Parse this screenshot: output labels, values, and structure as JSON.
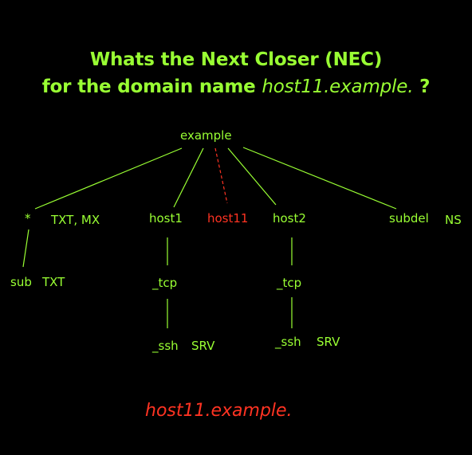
{
  "colors": {
    "background": "#000000",
    "node": "#99ff33",
    "highlight": "#ff3322"
  },
  "title": {
    "line1": "Whats the Next Closer (NEC)",
    "line2_prefix": "for the domain name ",
    "line2_domain": "host11.example.",
    "line2_suffix": " ?"
  },
  "tree": {
    "root": "example",
    "level1": [
      {
        "name": "*",
        "types": "TXT, MX"
      },
      {
        "name": "host1",
        "types": ""
      },
      {
        "name": "host11",
        "types": ""
      },
      {
        "name": "host2",
        "types": ""
      },
      {
        "name": "subdel",
        "types": "NS"
      }
    ],
    "wildcard_child": {
      "name": "sub",
      "types": "TXT"
    },
    "host1_children": {
      "tcp": "_tcp",
      "ssh": "_ssh",
      "ssh_types": "SRV"
    },
    "host2_children": {
      "tcp": "_tcp",
      "ssh": "_ssh",
      "ssh_types": "SRV"
    }
  },
  "answer": "host11.example."
}
